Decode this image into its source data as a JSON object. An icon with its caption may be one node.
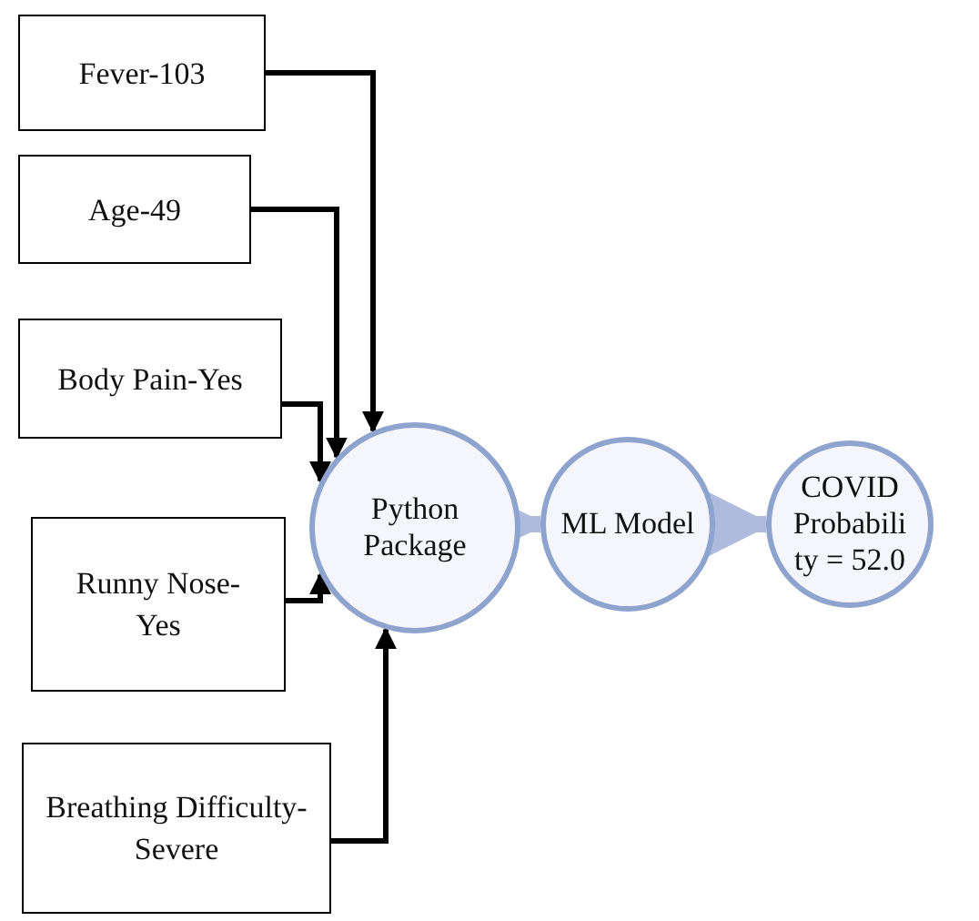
{
  "diagram": {
    "nodes": [
      {
        "text": [
          "Fever-103"
        ]
      },
      {
        "text": [
          "Age-49"
        ]
      },
      {
        "text": [
          "Body Pain-Yes"
        ]
      },
      {
        "text": [
          "Runny Nose-Yes"
        ]
      },
      {
        "text": [
          "Breathing Difficulty-Severe"
        ]
      },
      {
        "text": [
          "Python Package"
        ]
      },
      {
        "text": [
          "ML Model"
        ]
      },
      {
        "text": [
          "COVID Probabili ty = 52.0"
        ]
      }
    ],
    "edges": [
      {
        "from": 0,
        "to": 5,
        "arrow": "to"
      },
      {
        "from": 1,
        "to": 5,
        "arrow": "to"
      },
      {
        "from": 2,
        "to": 5,
        "arrow": "to"
      },
      {
        "from": 3,
        "to": 5,
        "arrow": "to"
      },
      {
        "from": 4,
        "to": 5,
        "arrow": "to"
      },
      {
        "from": 5,
        "to": 6,
        "arrow": "to",
        "style": "thick",
        "color": "#aebbdc"
      },
      {
        "from": 6,
        "to": 7,
        "arrow": "to",
        "style": "thick",
        "color": "#aebbdc"
      }
    ]
  }
}
